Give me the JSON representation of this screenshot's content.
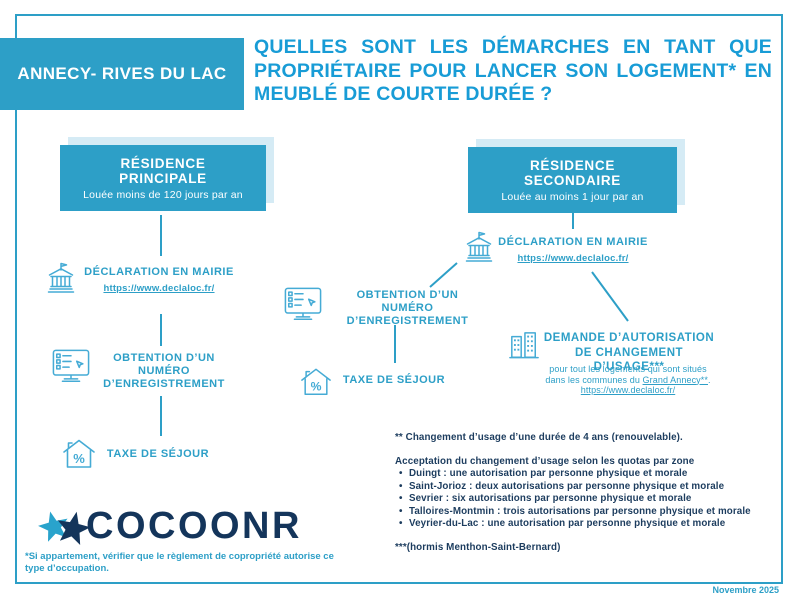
{
  "colors": {
    "teal": "#2D9FC7",
    "title_cyan": "#189CD6",
    "icon_blue": "#45ABD5",
    "box_shadow": "#D5EBF5",
    "navy_text": "#1C3C5E",
    "logo_navy": "#14355B",
    "logo_teal": "#29A3CC",
    "background": "#FFFFFF"
  },
  "banner": {
    "label": "ANNECY- RIVES DU LAC"
  },
  "title": {
    "lines": [
      "QUELLES SONT LES DÉMARCHES EN TANT QUE",
      "PROPRIÉTAIRE POUR LANCER SON LOGEMENT* EN",
      "MEUBLÉ DE COURTE DURÉE ?"
    ]
  },
  "residence_principale": {
    "name_lines": [
      "RÉSIDENCE",
      "PRINCIPALE"
    ],
    "subtitle": "Louée moins de 120 jours par an",
    "steps": {
      "declaration": {
        "label": "DÉCLARATION EN MAIRIE",
        "link": "https://www.declaloc.fr/"
      },
      "numero": {
        "lines": [
          "OBTENTION D’UN NUMÉRO",
          "D’ENREGISTREMENT"
        ]
      },
      "taxe": {
        "label": "TAXE DE SÉJOUR"
      }
    }
  },
  "residence_secondaire": {
    "name_lines": [
      "RÉSIDENCE",
      "SECONDAIRE"
    ],
    "subtitle": "Louée au moins 1 jour par an",
    "steps": {
      "declaration": {
        "label": "DÉCLARATION EN MAIRIE",
        "link": "https://www.declaloc.fr/"
      },
      "numero": {
        "lines": [
          "OBTENTION D’UN NUMÉRO",
          "D’ENREGISTREMENT"
        ]
      },
      "taxe": {
        "label": "TAXE DE SÉJOUR"
      },
      "usage": {
        "lines": [
          "DEMANDE D’AUTORISATION",
          "DE CHANGEMENT D’USAGE***"
        ],
        "detail_line1": "pour tout les logements qui sont situés",
        "detail_line2_prefix": "dans les communes du ",
        "detail_line2_link": "Grand Annecy**",
        "detail_line2_suffix": ".",
        "link": "https://www.declaloc.fr/"
      }
    }
  },
  "notes": {
    "renewal": "** Changement d’usage d’une durée de 4 ans (renouvelable).",
    "quota_heading": "Acceptation du changement d’usage selon les quotas par zone",
    "quotas": [
      "Duingt : une autorisation par personne physique et morale",
      "Saint-Jorioz : deux autorisations par personne physique et morale",
      "Sevrier : six autorisations par personne physique et morale",
      "Talloires-Montmin : trois autorisations par personne physique et morale",
      "Veyrier-du-Lac : une autorisation par personne physique et morale"
    ],
    "exception": "***(hormis Menthon-Saint-Bernard)"
  },
  "brand": {
    "name": "COCOONR"
  },
  "footnote": "*Si appartement, vérifier que le règlement de copropriété autorise ce type d’occupation.",
  "date": "Novembre 2025"
}
